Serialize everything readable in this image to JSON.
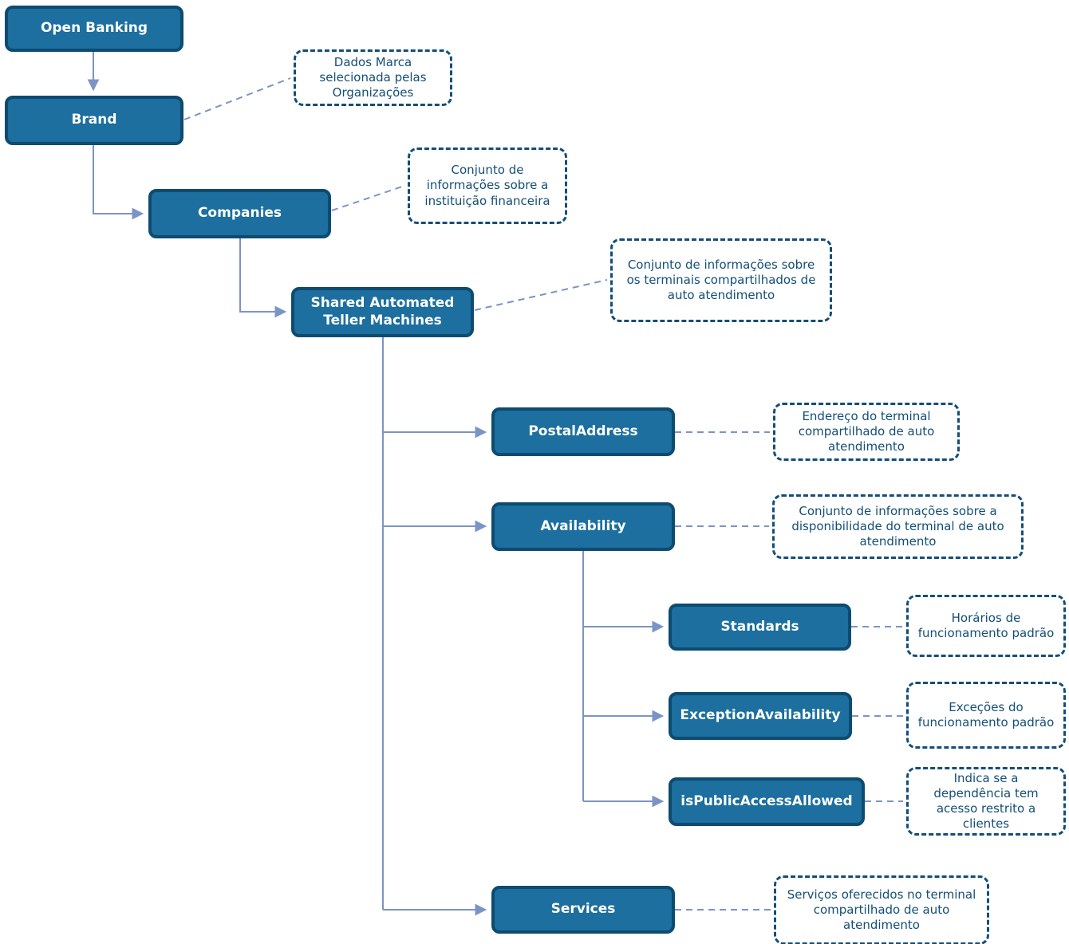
{
  "nodes": [
    {
      "id": "open-banking",
      "label": "Open Banking"
    },
    {
      "id": "brand",
      "label": "Brand"
    },
    {
      "id": "companies",
      "label": "Companies"
    },
    {
      "id": "shared-atm",
      "label": "Shared Automated Teller Machines"
    },
    {
      "id": "postal-address",
      "label": "PostalAddress"
    },
    {
      "id": "availability",
      "label": "Availability"
    },
    {
      "id": "standards",
      "label": "Standards"
    },
    {
      "id": "exception-availability",
      "label": "ExceptionAvailability"
    },
    {
      "id": "is-public-access-allowed",
      "label": "isPublicAccessAllowed"
    },
    {
      "id": "services",
      "label": "Services"
    }
  ],
  "annotations": [
    {
      "for": "brand",
      "text": "Dados Marca selecionada pelas Organizações"
    },
    {
      "for": "companies",
      "text": "Conjunto de informações sobre a instituição financeira"
    },
    {
      "for": "shared-atm",
      "text": "Conjunto de informações sobre os terminais compartilhados de auto atendimento"
    },
    {
      "for": "postal-address",
      "text": "Endereço do terminal compartilhado de auto atendimento"
    },
    {
      "for": "availability",
      "text": "Conjunto de informações sobre a disponibilidade do terminal de auto atendimento"
    },
    {
      "for": "standards",
      "text": "Horários de funcionamento padrão"
    },
    {
      "for": "exception-availability",
      "text": "Exceções do funcionamento padrão"
    },
    {
      "for": "is-public-access-allowed",
      "text": "Indica se a dependência tem acesso restrito a clientes"
    },
    {
      "for": "services",
      "text": "Serviços oferecidos no terminal compartilhado de auto atendimento"
    }
  ],
  "colors": {
    "node_fill": "#1C6F9E",
    "node_border": "#0D4B70",
    "node_text": "#FFFFFF",
    "annotation_border": "#134E78",
    "annotation_text": "#134E78",
    "connector": "#7B94C7",
    "background": "#FFFFFF"
  }
}
